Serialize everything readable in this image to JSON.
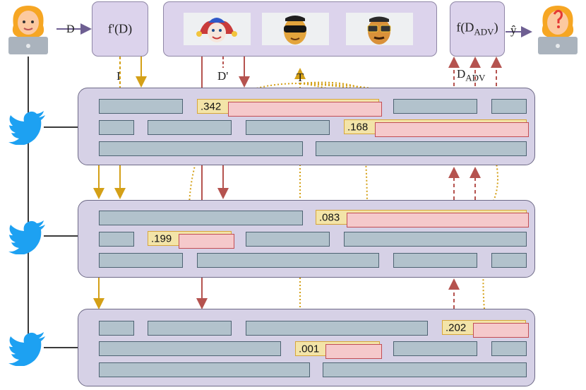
{
  "labels": {
    "d": "D",
    "f_d": "f'(D)",
    "f_adv": "f(D",
    "f_adv_sub": "ADV",
    "f_adv_close": ")",
    "y_hat": "ŷ",
    "i": "I",
    "d_prime": "D'",
    "t": "T",
    "d_adv": "D",
    "d_adv_sub": "ADV"
  },
  "scores": {
    "top_1": ".342",
    "top_2": ".168",
    "mid_1": ".083",
    "mid_2": ".199",
    "bot_1": ".202",
    "bot_2": ".001"
  },
  "colors": {
    "panel_fill": "#d6d1e6",
    "bar_fill": "#b2c2cc",
    "watermark_fill": "#f3e4a8",
    "watermark_border": "#d8a63a",
    "highlight_fill": "#f5c9cb",
    "highlight_border": "#c24d54",
    "gold_arrow": "#d4a017",
    "red_arrow": "#b5534f",
    "twitter_blue": "#1da1f2"
  },
  "icons": [
    "user-emoji-icon",
    "twitter-bird-icon",
    "jester-icon",
    "masked-bandit-icon",
    "disguised-bandit-icon",
    "confused-user-emoji-icon"
  ]
}
